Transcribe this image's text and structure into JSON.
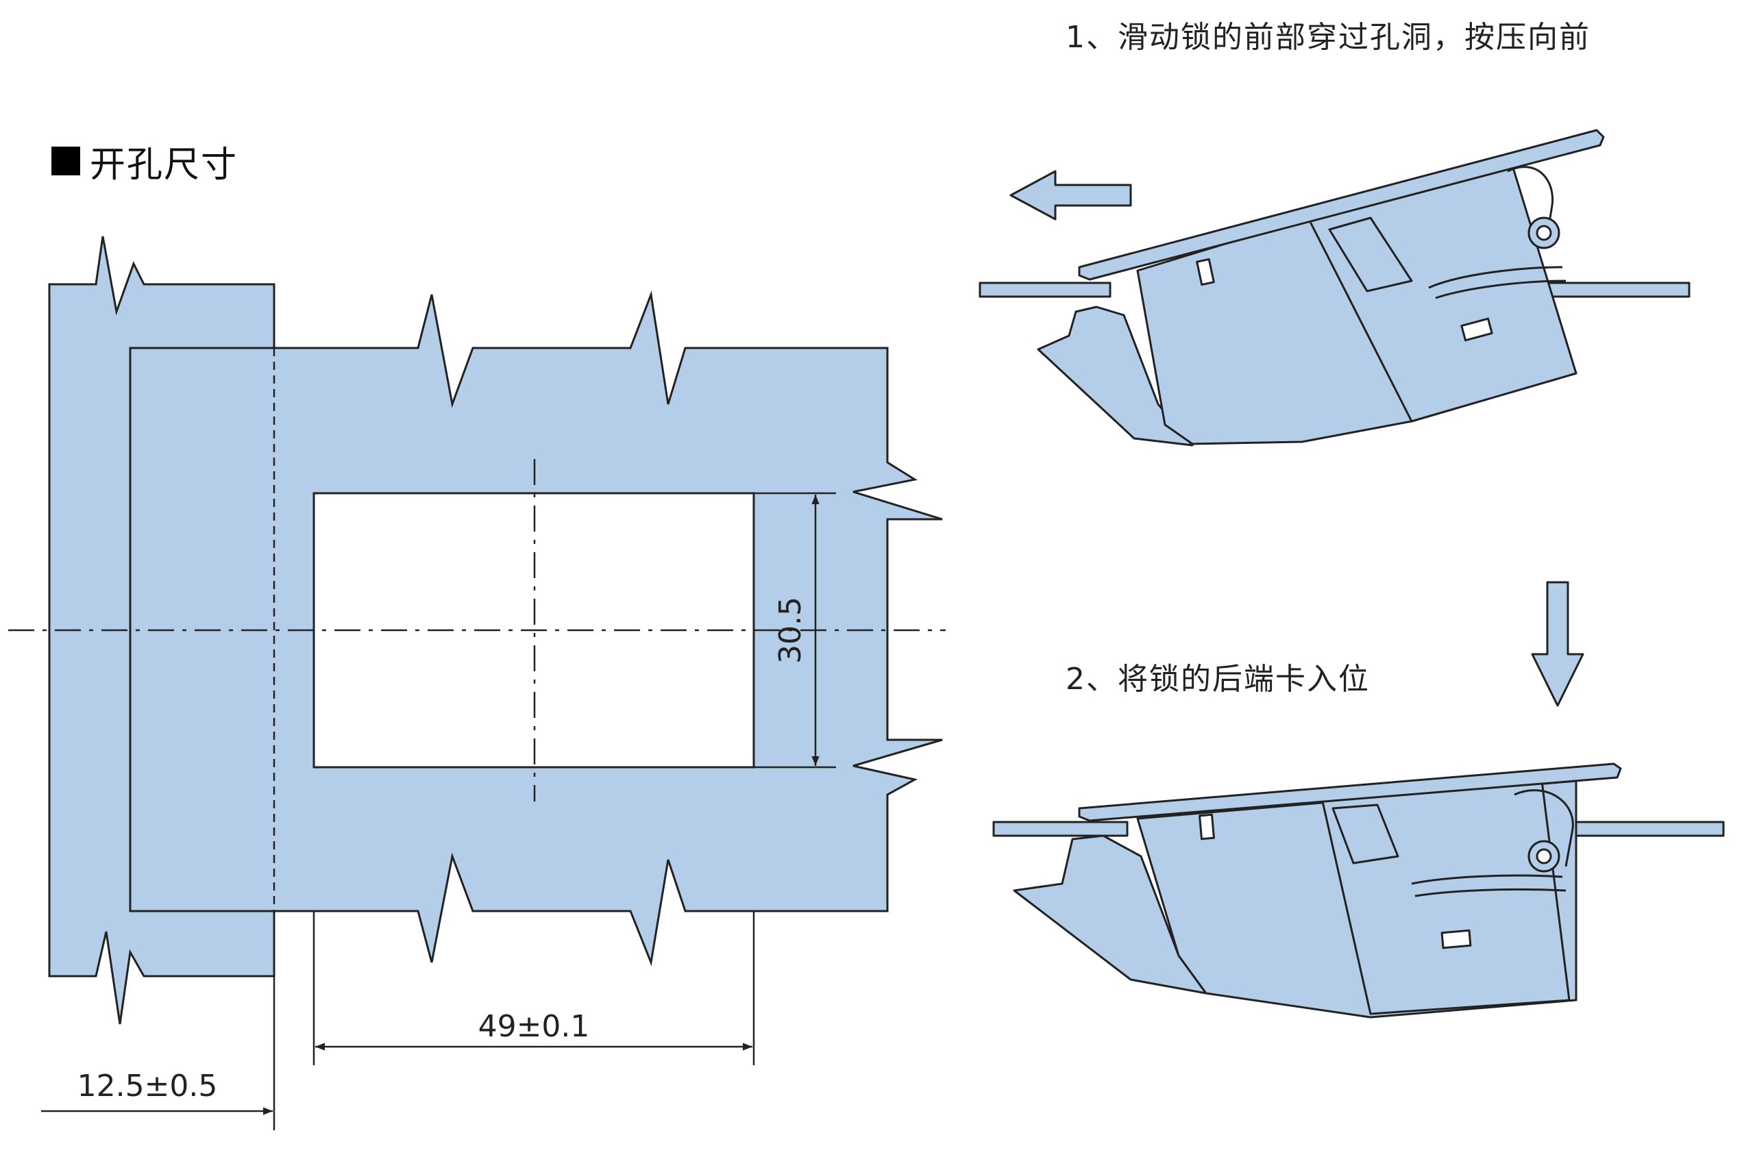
{
  "colors": {
    "panel_fill": "#b4cde8",
    "stroke": "#222222",
    "background": "#ffffff"
  },
  "section": {
    "marker_icon": "black-square",
    "title": "开孔尺寸"
  },
  "dimensions": {
    "width": "49±0.1",
    "height": "30.5",
    "offset": "12.5±0.5"
  },
  "steps": [
    {
      "text": "1、滑动锁的前部穿过孔洞，按压向前",
      "arrow": "arrow-left-icon"
    },
    {
      "text": "2、将锁的后端卡入位",
      "arrow": "arrow-down-icon"
    }
  ]
}
